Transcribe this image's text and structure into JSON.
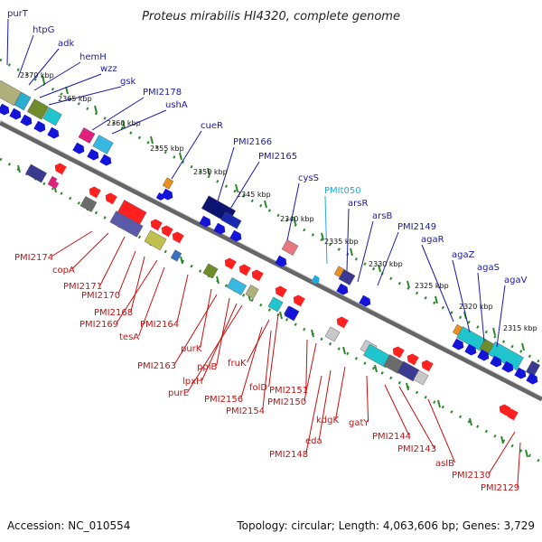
{
  "title": "Proteus mirabilis HI4320, complete genome",
  "footer": {
    "accession": "Accession: NC_010554",
    "summary": "Topology: circular; Length: 4,063,606 bp; Genes: 3,729"
  },
  "colors": {
    "forward_label": "#1a1aa6",
    "reverse_label": "#c81010",
    "rna_label": "#22aadd",
    "backbone": "#666666",
    "ticks": "#2a8a2a"
  },
  "scale_labels": [
    {
      "text": "2370 kbp"
    },
    {
      "text": "2365 kbp"
    },
    {
      "text": "2360 kbp"
    },
    {
      "text": "2355 kbp"
    },
    {
      "text": "2350 kbp"
    },
    {
      "text": "2345 kbp"
    },
    {
      "text": "2340 kbp"
    },
    {
      "text": "2335 kbp"
    },
    {
      "text": "2330 kbp"
    },
    {
      "text": "2325 kbp"
    },
    {
      "text": "2320 kbp"
    },
    {
      "text": "2315 kbp"
    }
  ],
  "forward_genes": [
    {
      "label": "purT"
    },
    {
      "label": "htpG"
    },
    {
      "label": "adk"
    },
    {
      "label": "hemH"
    },
    {
      "label": "wzz"
    },
    {
      "label": "gsk"
    },
    {
      "label": "PMI2178"
    },
    {
      "label": "ushA"
    },
    {
      "label": "cueR"
    },
    {
      "label": "PMI2166"
    },
    {
      "label": "PMI2165"
    },
    {
      "label": "cysS"
    },
    {
      "label": "PMIt050"
    },
    {
      "label": "arsR"
    },
    {
      "label": "arsB"
    },
    {
      "label": "PMI2149"
    },
    {
      "label": "agaR"
    },
    {
      "label": "agaZ"
    },
    {
      "label": "agaS"
    },
    {
      "label": "agaV"
    }
  ],
  "reverse_genes": [
    {
      "label": "PMI2174"
    },
    {
      "label": "copA"
    },
    {
      "label": "PMI2171"
    },
    {
      "label": "PMI2170"
    },
    {
      "label": "PMI2168"
    },
    {
      "label": "PMI2169"
    },
    {
      "label": "PMI2164"
    },
    {
      "label": "tesA"
    },
    {
      "label": "purK"
    },
    {
      "label": "PMI2163"
    },
    {
      "label": "ppiB"
    },
    {
      "label": "lpxH"
    },
    {
      "label": "purE"
    },
    {
      "label": "fruK"
    },
    {
      "label": "folD"
    },
    {
      "label": "PMI2156"
    },
    {
      "label": "PMI2154"
    },
    {
      "label": "PMI2151"
    },
    {
      "label": "PMI2150"
    },
    {
      "label": "kdgK"
    },
    {
      "label": "eda"
    },
    {
      "label": "PMI2148"
    },
    {
      "label": "gatY"
    },
    {
      "label": "PMI2144"
    },
    {
      "label": "PMI2143"
    },
    {
      "label": "aslB"
    },
    {
      "label": "PMI2130"
    },
    {
      "label": "PMI2129"
    }
  ]
}
